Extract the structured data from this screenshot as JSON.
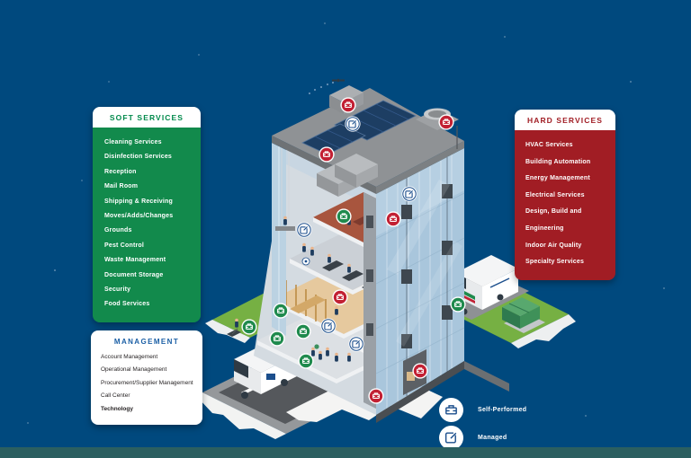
{
  "background": {
    "color": "#00497E",
    "footer_bar_color": "#2B5F60"
  },
  "panels": {
    "soft_services": {
      "title": "SOFT SERVICES",
      "title_color": "#00894B",
      "body_color": "#128A4C",
      "items": [
        "Cleaning Services",
        "Disinfection Services",
        "Reception",
        "Mail Room",
        "Shipping & Receiving",
        "Moves/Adds/Changes",
        "Grounds",
        "Pest Control",
        "Waste Management",
        "Document Storage",
        "Security",
        "Food Services"
      ]
    },
    "hard_services": {
      "title": "HARD SERVICES",
      "title_color": "#A11D24",
      "body_color": "#A11D24",
      "items": [
        "HVAC Services",
        "Building Automation",
        "Energy Management",
        "Electrical Services",
        "Design, Build and Engineering",
        "Indoor Air Quality",
        "Specialty Services"
      ]
    },
    "management": {
      "title": "MANAGEMENT",
      "title_color": "#1B5FA5",
      "items": [
        "Account Management",
        "Operational Management",
        "Procurement/Supplier Management",
        "Call Center",
        "Technology"
      ]
    }
  },
  "legend": {
    "items": [
      {
        "icon": "toolbox-icon",
        "label": "Self-Performed"
      },
      {
        "icon": "edit-square-icon",
        "label": "Managed"
      }
    ]
  },
  "building_markers": {
    "hard_service_badge_color": "#C22033",
    "soft_service_badge_color": "#1F8A4D",
    "management_badge_color": "#FFFFFF",
    "badge_glyph_blue": "#1B4E8C"
  }
}
